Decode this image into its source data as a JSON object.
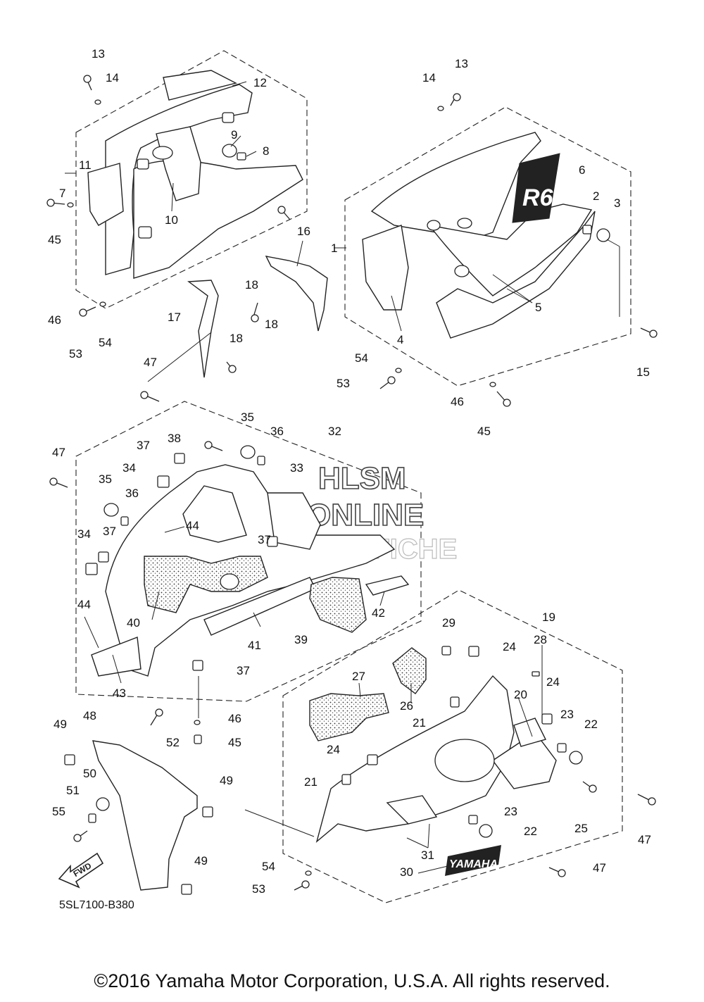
{
  "diagram_code": "5SL7100-B380",
  "copyright": "©2016 Yamaha Motor Corporation, U.S.A. All rights reserved.",
  "watermark": {
    "line1": "HLSM",
    "line2": "ONLINE",
    "line3": "MICROFICHE"
  },
  "decals": {
    "model_logo": "R6",
    "brand_logo": "YAMAHA",
    "direction_arrow": "FWD"
  },
  "callouts": {
    "c1": "1",
    "c2": "2",
    "c3": "3",
    "c4": "4",
    "c5": "5",
    "c6": "6",
    "c7": "7",
    "c8": "8",
    "c9": "9",
    "c10": "10",
    "c11": "11",
    "c12": "12",
    "c13a": "13",
    "c13b": "13",
    "c14a": "14",
    "c14b": "14",
    "c15": "15",
    "c16": "16",
    "c17": "17",
    "c18a": "18",
    "c18b": "18",
    "c18c": "18",
    "c19": "19",
    "c20": "20",
    "c21a": "21",
    "c21b": "21",
    "c22a": "22",
    "c22b": "22",
    "c23a": "23",
    "c23b": "23",
    "c24a": "24",
    "c24b": "24",
    "c24c": "24",
    "c25": "25",
    "c26": "26",
    "c27": "27",
    "c28": "28",
    "c29": "29",
    "c30": "30",
    "c31": "31",
    "c32": "32",
    "c33": "33",
    "c34a": "34",
    "c34b": "34",
    "c35a": "35",
    "c35b": "35",
    "c36a": "36",
    "c36b": "36",
    "c37a": "37",
    "c37b": "37",
    "c37c": "37",
    "c37d": "37",
    "c38": "38",
    "c39": "39",
    "c40": "40",
    "c41": "41",
    "c42": "42",
    "c43": "43",
    "c44a": "44",
    "c44b": "44",
    "c45a": "45",
    "c45b": "45",
    "c45c": "45",
    "c46a": "46",
    "c46b": "46",
    "c46c": "46",
    "c47a": "47",
    "c47b": "47",
    "c47c": "47",
    "c47d": "47",
    "c48": "48",
    "c49a": "49",
    "c49b": "49",
    "c49c": "49",
    "c50": "50",
    "c51": "51",
    "c52": "52",
    "c53a": "53",
    "c53b": "53",
    "c53c": "53",
    "c54a": "54",
    "c54b": "54",
    "c54c": "54",
    "c55": "55"
  }
}
